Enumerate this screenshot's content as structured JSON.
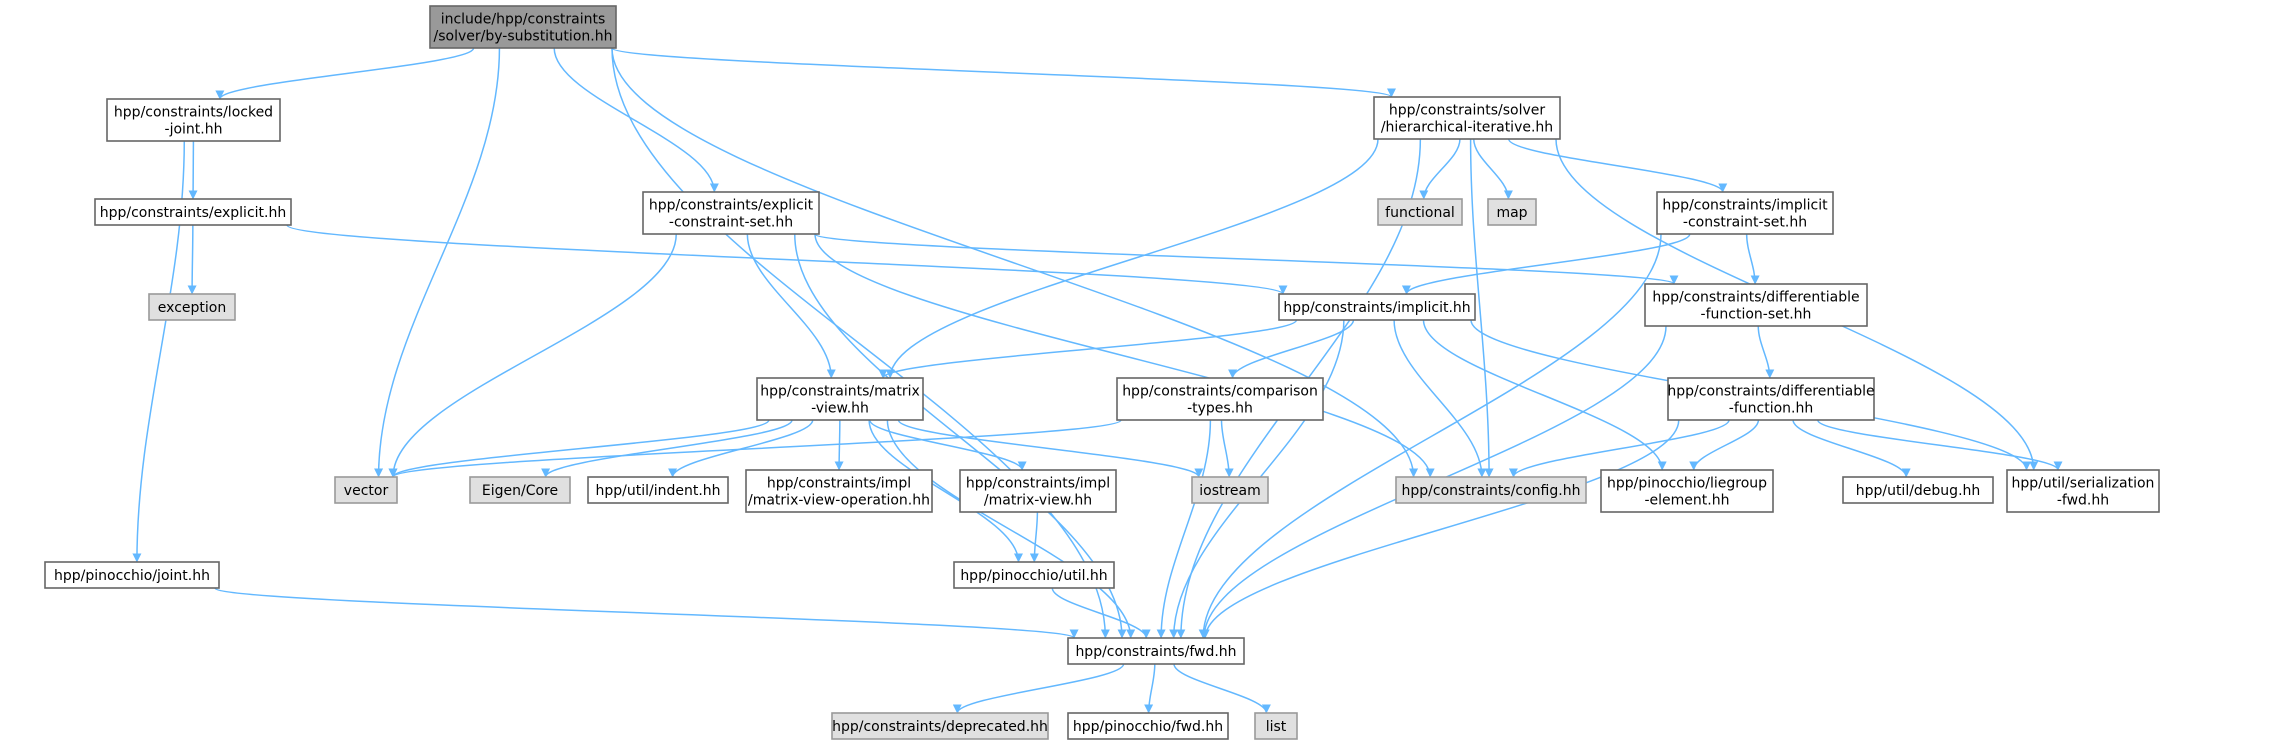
{
  "colors": {
    "edge": "#63b8ff",
    "root_fill": "#999999",
    "root_stroke": "#666666",
    "local_fill": "#ffffff",
    "local_stroke": "#666666",
    "external_fill": "#e0e0e0",
    "external_stroke": "#999999"
  },
  "nodes": [
    {
      "id": "root",
      "lines": [
        "include/hpp/constraints",
        "/solver/by-substitution.hh"
      ],
      "kind": "root"
    },
    {
      "id": "locked",
      "lines": [
        "hpp/constraints/locked",
        "-joint.hh"
      ],
      "kind": "local"
    },
    {
      "id": "explicit",
      "lines": [
        "hpp/constraints/explicit.hh"
      ],
      "kind": "local"
    },
    {
      "id": "exception",
      "lines": [
        "exception"
      ],
      "kind": "external"
    },
    {
      "id": "explicitset",
      "lines": [
        "hpp/constraints/explicit",
        "-constraint-set.hh"
      ],
      "kind": "local"
    },
    {
      "id": "hier",
      "lines": [
        "hpp/constraints/solver",
        "/hierarchical-iterative.hh"
      ],
      "kind": "local"
    },
    {
      "id": "functional",
      "lines": [
        "functional"
      ],
      "kind": "external"
    },
    {
      "id": "map",
      "lines": [
        "map"
      ],
      "kind": "external"
    },
    {
      "id": "implicitset",
      "lines": [
        "hpp/constraints/implicit",
        "-constraint-set.hh"
      ],
      "kind": "local"
    },
    {
      "id": "implicit",
      "lines": [
        "hpp/constraints/implicit.hh"
      ],
      "kind": "local"
    },
    {
      "id": "difffuncset",
      "lines": [
        "hpp/constraints/differentiable",
        "-function-set.hh"
      ],
      "kind": "local"
    },
    {
      "id": "matrixview",
      "lines": [
        "hpp/constraints/matrix",
        "-view.hh"
      ],
      "kind": "local"
    },
    {
      "id": "comparison",
      "lines": [
        "hpp/constraints/comparison",
        "-types.hh"
      ],
      "kind": "local"
    },
    {
      "id": "difffunc",
      "lines": [
        "hpp/constraints/differentiable",
        "-function.hh"
      ],
      "kind": "local"
    },
    {
      "id": "vector",
      "lines": [
        "vector"
      ],
      "kind": "external"
    },
    {
      "id": "eigen",
      "lines": [
        "Eigen/Core"
      ],
      "kind": "external"
    },
    {
      "id": "indent",
      "lines": [
        "hpp/util/indent.hh"
      ],
      "kind": "local"
    },
    {
      "id": "mvop",
      "lines": [
        "hpp/constraints/impl",
        "/matrix-view-operation.hh"
      ],
      "kind": "local"
    },
    {
      "id": "mvimpl",
      "lines": [
        "hpp/constraints/impl",
        "/matrix-view.hh"
      ],
      "kind": "local"
    },
    {
      "id": "iostream",
      "lines": [
        "iostream"
      ],
      "kind": "external"
    },
    {
      "id": "config",
      "lines": [
        "hpp/constraints/config.hh"
      ],
      "kind": "external"
    },
    {
      "id": "liegroup",
      "lines": [
        "hpp/pinocchio/liegroup",
        "-element.hh"
      ],
      "kind": "local"
    },
    {
      "id": "debug",
      "lines": [
        "hpp/util/debug.hh"
      ],
      "kind": "local"
    },
    {
      "id": "serial",
      "lines": [
        "hpp/util/serialization",
        "-fwd.hh"
      ],
      "kind": "local"
    },
    {
      "id": "joint",
      "lines": [
        "hpp/pinocchio/joint.hh"
      ],
      "kind": "local"
    },
    {
      "id": "pinutil",
      "lines": [
        "hpp/pinocchio/util.hh"
      ],
      "kind": "local"
    },
    {
      "id": "fwd",
      "lines": [
        "hpp/constraints/fwd.hh"
      ],
      "kind": "local"
    },
    {
      "id": "deprecated",
      "lines": [
        "hpp/constraints/deprecated.hh"
      ],
      "kind": "external"
    },
    {
      "id": "pinfwd",
      "lines": [
        "hpp/pinocchio/fwd.hh"
      ],
      "kind": "local"
    },
    {
      "id": "list",
      "lines": [
        "list"
      ],
      "kind": "external"
    }
  ],
  "edges": [
    [
      "root",
      "locked"
    ],
    [
      "root",
      "vector"
    ],
    [
      "root",
      "explicitset"
    ],
    [
      "root",
      "config"
    ],
    [
      "root",
      "hier"
    ],
    [
      "root",
      "fwd"
    ],
    [
      "locked",
      "explicit"
    ],
    [
      "locked",
      "joint"
    ],
    [
      "explicit",
      "exception"
    ],
    [
      "explicit",
      "implicit"
    ],
    [
      "explicitset",
      "vector"
    ],
    [
      "explicitset",
      "matrixview"
    ],
    [
      "explicitset",
      "fwd"
    ],
    [
      "explicitset",
      "config"
    ],
    [
      "explicitset",
      "difffuncset"
    ],
    [
      "hier",
      "functional"
    ],
    [
      "hier",
      "map"
    ],
    [
      "hier",
      "implicitset"
    ],
    [
      "hier",
      "matrixview"
    ],
    [
      "hier",
      "config"
    ],
    [
      "hier",
      "serial"
    ],
    [
      "hier",
      "fwd"
    ],
    [
      "implicitset",
      "implicit"
    ],
    [
      "implicitset",
      "difffuncset"
    ],
    [
      "implicitset",
      "fwd"
    ],
    [
      "implicit",
      "matrixview"
    ],
    [
      "implicit",
      "comparison"
    ],
    [
      "implicit",
      "config"
    ],
    [
      "implicit",
      "liegroup"
    ],
    [
      "implicit",
      "serial"
    ],
    [
      "implicit",
      "fwd"
    ],
    [
      "difffuncset",
      "difffunc"
    ],
    [
      "difffuncset",
      "fwd"
    ],
    [
      "matrixview",
      "vector"
    ],
    [
      "matrixview",
      "eigen"
    ],
    [
      "matrixview",
      "indent"
    ],
    [
      "matrixview",
      "mvop"
    ],
    [
      "matrixview",
      "mvimpl"
    ],
    [
      "matrixview",
      "iostream"
    ],
    [
      "matrixview",
      "pinutil"
    ],
    [
      "matrixview",
      "fwd"
    ],
    [
      "comparison",
      "vector"
    ],
    [
      "comparison",
      "iostream"
    ],
    [
      "comparison",
      "fwd"
    ],
    [
      "difffunc",
      "config"
    ],
    [
      "difffunc",
      "liegroup"
    ],
    [
      "difffunc",
      "debug"
    ],
    [
      "difffunc",
      "serial"
    ],
    [
      "difffunc",
      "fwd"
    ],
    [
      "mvimpl",
      "pinutil"
    ],
    [
      "joint",
      "fwd"
    ],
    [
      "pinutil",
      "fwd"
    ],
    [
      "fwd",
      "deprecated"
    ],
    [
      "fwd",
      "pinfwd"
    ],
    [
      "fwd",
      "list"
    ]
  ]
}
